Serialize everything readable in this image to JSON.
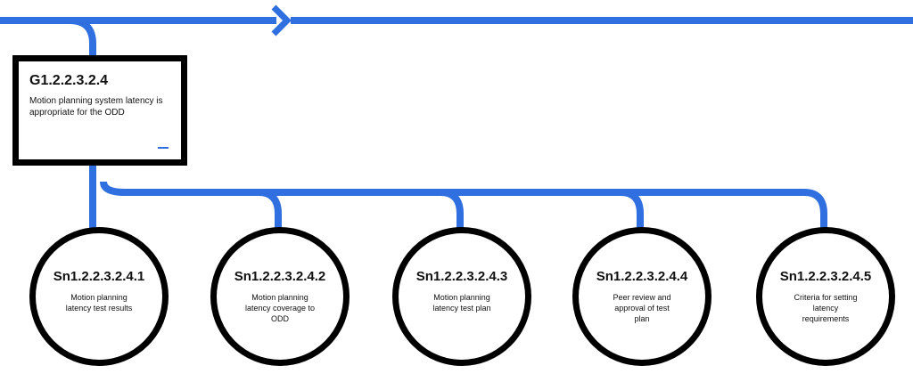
{
  "colors": {
    "connector": "#2f6fdf",
    "border": "#000000",
    "text": "#111111"
  },
  "goal": {
    "id": "G1.2.2.3.2.4",
    "text": "Motion planning system latency is appropriate for the ODD"
  },
  "solutions": [
    {
      "id": "Sn1.2.2.3.2.4.1",
      "text": "Motion planning latency test results"
    },
    {
      "id": "Sn1.2.2.3.2.4.2",
      "text": "Motion planning latency coverage to ODD"
    },
    {
      "id": "Sn1.2.2.3.2.4.3",
      "text": "Motion planning latency test plan"
    },
    {
      "id": "Sn1.2.2.3.2.4.4",
      "text": "Peer review and approval of test plan"
    },
    {
      "id": "Sn1.2.2.3.2.4.5",
      "text": "Criteria for setting latency requirements"
    }
  ]
}
